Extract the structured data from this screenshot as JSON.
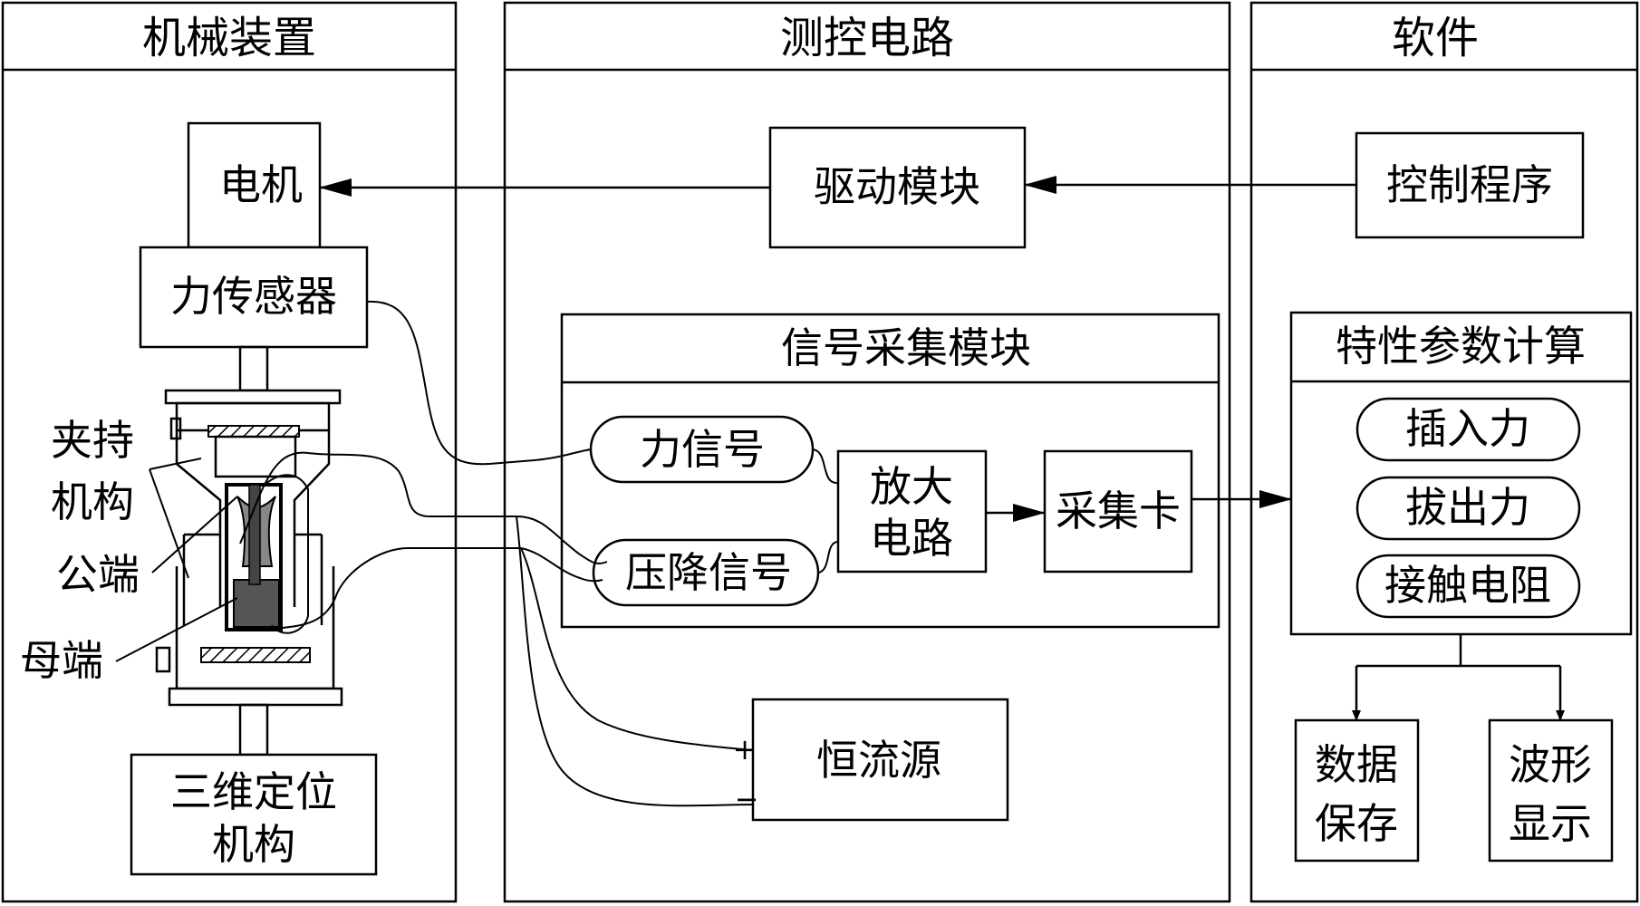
{
  "panels": {
    "mechanical": "机械装置",
    "circuit": "测控电路",
    "software": "软件"
  },
  "mechanical": {
    "motor": "电机",
    "force_sensor": "力传感器",
    "clamp_line1": "夹持",
    "clamp_line2": "机构",
    "male_terminal": "公端",
    "female_terminal": "母端",
    "positioner_line1": "三维定位",
    "positioner_line2": "机构"
  },
  "circuit": {
    "driver": "驱动模块",
    "acq_module_title": "信号采集模块",
    "force_signal": "力信号",
    "voltage_drop_signal": "压降信号",
    "amplifier_line1": "放大",
    "amplifier_line2": "电路",
    "daq_card": "采集卡",
    "current_source": "恒流源",
    "plus": "+",
    "minus": "−"
  },
  "software": {
    "control_program": "控制程序",
    "calc_title": "特性参数计算",
    "insertion_force": "插入力",
    "extraction_force": "拔出力",
    "contact_resistance": "接触电阻",
    "data_save_line1": "数据",
    "data_save_line2": "保存",
    "waveform_line1": "波形",
    "waveform_line2": "显示"
  }
}
